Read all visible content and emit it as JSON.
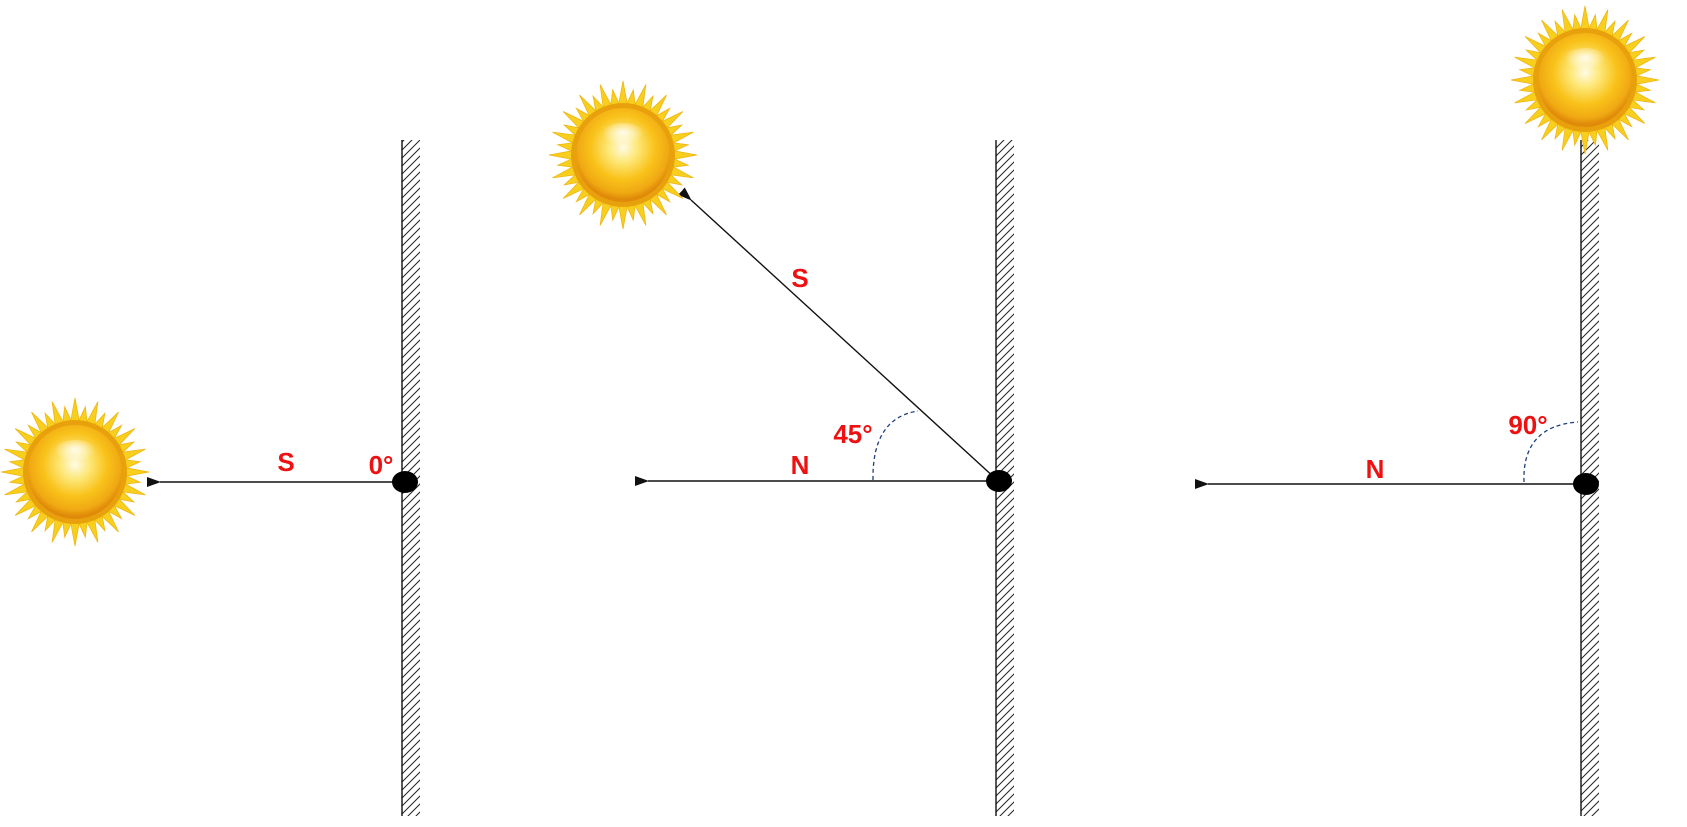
{
  "colors": {
    "label": "#ee1111",
    "line": "#111111",
    "angle_arc": "#1f3f7a",
    "sun_core": "#f9c21a",
    "sun_ray": "#f7cf1c",
    "sun_edge": "#e8a10c"
  },
  "panels": [
    {
      "sun_label": "S",
      "normal_label": "",
      "angle_label": "0°",
      "incidence_angle_deg": 0
    },
    {
      "sun_label": "S",
      "normal_label": "N",
      "angle_label": "45°",
      "incidence_angle_deg": 45
    },
    {
      "sun_label": "",
      "normal_label": "N",
      "angle_label": "90°",
      "incidence_angle_deg": 90
    }
  ],
  "icons": {
    "sun": "sun-icon",
    "surface": "hatched-wall",
    "point": "contact-point"
  }
}
